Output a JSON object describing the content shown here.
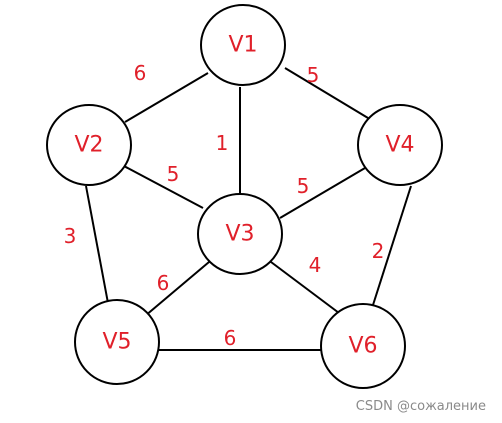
{
  "colors": {
    "label_color": "#e0202a",
    "line_color": "#000000",
    "node_fill": "#ffffff",
    "watermark_color": "#8a8a8a"
  },
  "graph": {
    "nodes": [
      {
        "id": "V1",
        "label": "V1"
      },
      {
        "id": "V2",
        "label": "V2"
      },
      {
        "id": "V3",
        "label": "V3"
      },
      {
        "id": "V4",
        "label": "V4"
      },
      {
        "id": "V5",
        "label": "V5"
      },
      {
        "id": "V6",
        "label": "V6"
      }
    ],
    "edges": [
      {
        "from": "V1",
        "to": "V2",
        "weight": "6"
      },
      {
        "from": "V1",
        "to": "V3",
        "weight": "1"
      },
      {
        "from": "V1",
        "to": "V4",
        "weight": "5"
      },
      {
        "from": "V2",
        "to": "V3",
        "weight": "5"
      },
      {
        "from": "V3",
        "to": "V4",
        "weight": "5"
      },
      {
        "from": "V2",
        "to": "V5",
        "weight": "3"
      },
      {
        "from": "V3",
        "to": "V5",
        "weight": "6"
      },
      {
        "from": "V3",
        "to": "V6",
        "weight": "4"
      },
      {
        "from": "V4",
        "to": "V6",
        "weight": "2"
      },
      {
        "from": "V5",
        "to": "V6",
        "weight": "6"
      }
    ]
  },
  "watermark": {
    "text": "CSDN @сожаление"
  }
}
